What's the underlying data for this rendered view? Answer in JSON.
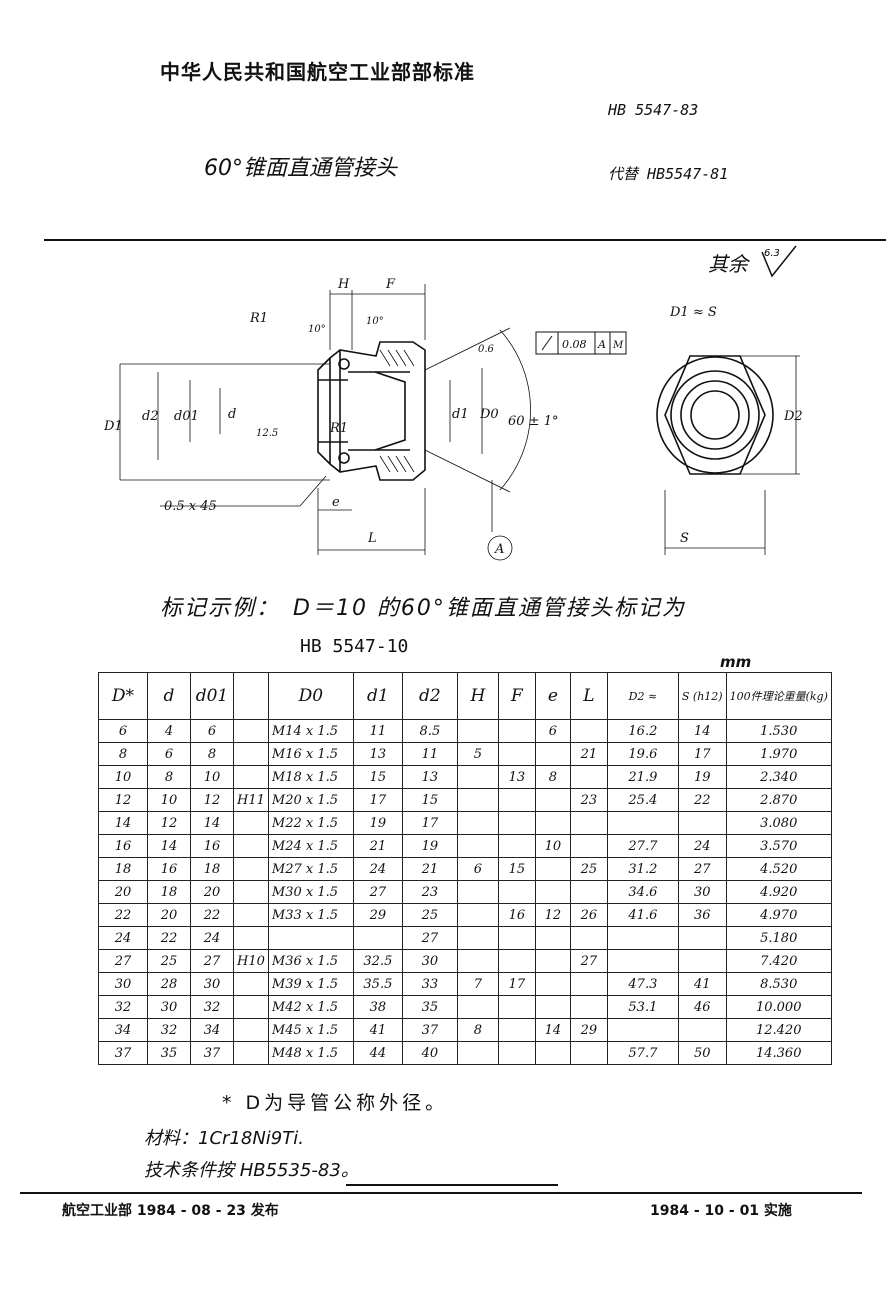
{
  "header": {
    "organization": "中华人民共和国航空工业部部标准",
    "standard_no": "HB 5547-83",
    "title": "60°锥面直通管接头",
    "replaces": "代替 HB5547-81"
  },
  "roughness": {
    "label": "其余",
    "value": "6.3"
  },
  "drawing": {
    "dim_H": "H",
    "dim_F": "F",
    "dim_R1_top": "R1",
    "angle_10_left": "10°",
    "angle_10_right": "10°",
    "dim_D1": "D1",
    "dim_d2": "d2",
    "dim_d01": "d01",
    "dim_d": "d",
    "rough_inner": "12.5",
    "dim_R1_inner": "R1",
    "dim_d1": "d1",
    "dim_D0": "D0",
    "chamfer": "0.5 x 45",
    "dim_e": "e",
    "dim_L": "L",
    "datum_A": "A",
    "angle_06": "0.6",
    "cone_angle": "60 ± 1°",
    "tolerance_value": "0.08",
    "tolerance_datum": "A",
    "tolerance_mod": "M",
    "end_view_label": "D1 ≈ S",
    "dim_D2": "D2",
    "dim_S": "S"
  },
  "marking_example": {
    "text": "标记示例：　D＝10 的60°锥面直通管接头标记为",
    "code": "HB 5547-10"
  },
  "unit": "mm",
  "table": {
    "headers": [
      "D*",
      "d",
      "d01",
      "",
      "D0",
      "d1",
      "d2",
      "H",
      "F",
      "e",
      "L",
      "D2 ≈",
      "S (h12)",
      "100件理论重量(kg)"
    ],
    "rows": [
      [
        "6",
        "4",
        "6",
        "",
        "M14 x 1.5",
        "11",
        "8.5",
        "",
        "",
        "6",
        "",
        "16.2",
        "14",
        "1.530"
      ],
      [
        "8",
        "6",
        "8",
        "",
        "M16 x 1.5",
        "13",
        "11",
        "5",
        "",
        "",
        "21",
        "19.6",
        "17",
        "1.970"
      ],
      [
        "10",
        "8",
        "10",
        "",
        "M18 x 1.5",
        "15",
        "13",
        "",
        "13",
        "8",
        "",
        "21.9",
        "19",
        "2.340"
      ],
      [
        "12",
        "10",
        "12",
        "H11",
        "M20 x 1.5",
        "17",
        "15",
        "",
        "",
        "",
        "23",
        "25.4",
        "22",
        "2.870"
      ],
      [
        "14",
        "12",
        "14",
        "",
        "M22 x 1.5",
        "19",
        "17",
        "",
        "",
        "",
        "",
        "",
        "",
        "3.080"
      ],
      [
        "16",
        "14",
        "16",
        "",
        "M24 x 1.5",
        "21",
        "19",
        "",
        "",
        "10",
        "",
        "27.7",
        "24",
        "3.570"
      ],
      [
        "18",
        "16",
        "18",
        "",
        "M27 x 1.5",
        "24",
        "21",
        "6",
        "15",
        "",
        "25",
        "31.2",
        "27",
        "4.520"
      ],
      [
        "20",
        "18",
        "20",
        "",
        "M30 x 1.5",
        "27",
        "23",
        "",
        "",
        "",
        "",
        "34.6",
        "30",
        "4.920"
      ],
      [
        "22",
        "20",
        "22",
        "",
        "M33 x 1.5",
        "29",
        "25",
        "",
        "16",
        "12",
        "26",
        "41.6",
        "36",
        "4.970"
      ],
      [
        "24",
        "22",
        "24",
        "",
        "",
        "",
        "27",
        "",
        "",
        "",
        "",
        "",
        "",
        "5.180"
      ],
      [
        "27",
        "25",
        "27",
        "H10",
        "M36 x 1.5",
        "32.5",
        "30",
        "",
        "",
        "",
        "27",
        "",
        "",
        "7.420"
      ],
      [
        "30",
        "28",
        "30",
        "",
        "M39 x 1.5",
        "35.5",
        "33",
        "7",
        "17",
        "",
        "",
        "47.3",
        "41",
        "8.530"
      ],
      [
        "32",
        "30",
        "32",
        "",
        "M42 x 1.5",
        "38",
        "35",
        "",
        "",
        "",
        "",
        "53.1",
        "46",
        "10.000"
      ],
      [
        "34",
        "32",
        "34",
        "",
        "M45 x 1.5",
        "41",
        "37",
        "8",
        "",
        "14",
        "29",
        "",
        "",
        "12.420"
      ],
      [
        "37",
        "35",
        "37",
        "",
        "M48 x 1.5",
        "44",
        "40",
        "",
        "",
        "",
        "",
        "57.7",
        "50",
        "14.360"
      ]
    ]
  },
  "notes": {
    "star": "* D为导管公称外径。",
    "material": "材料：1Cr18Ni9Ti.",
    "tech": "技术条件按 HB5535-83。"
  },
  "footer": {
    "issue": "航空工业部 1984 - 08 - 23 发布",
    "effective": "1984 - 10 - 01 实施"
  }
}
